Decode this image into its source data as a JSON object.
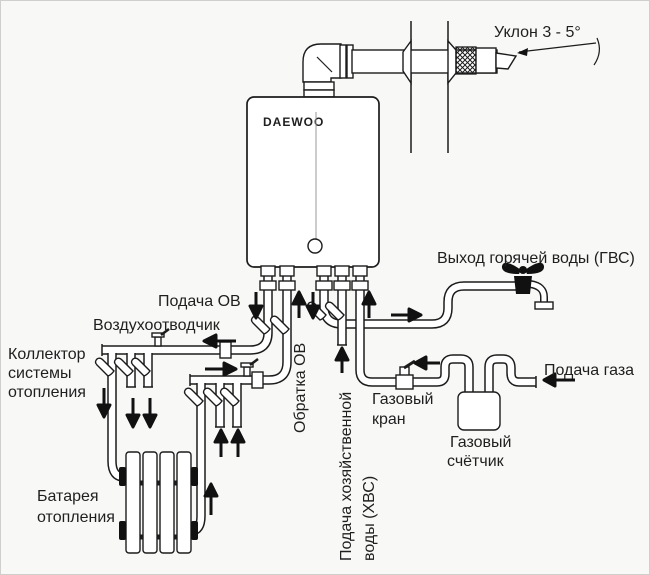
{
  "diagram": {
    "background": "#f8f8f6",
    "line_color": "#1c1c1c",
    "labels": {
      "slope": "Уклон 3 - 5°",
      "boiler_brand": "DAEWOO",
      "hot_water_output": "Выход горячей воды (ГВС)",
      "heating_supply": "Подача ОВ",
      "air_vent": "Воздухоотводчик",
      "heating_collector": [
        "Коллектор",
        "системы",
        "отопления"
      ],
      "heating_return": "Обратка ОВ",
      "gas_supply": "Подача газа",
      "gas_valve": [
        "Газовый",
        "кран"
      ],
      "gas_meter": [
        "Газовый",
        "счётчик"
      ],
      "cold_water_supply": [
        "Подача хозяйственной",
        "воды (ХВС)"
      ],
      "radiator": [
        "Батарея",
        "отопления"
      ]
    }
  }
}
